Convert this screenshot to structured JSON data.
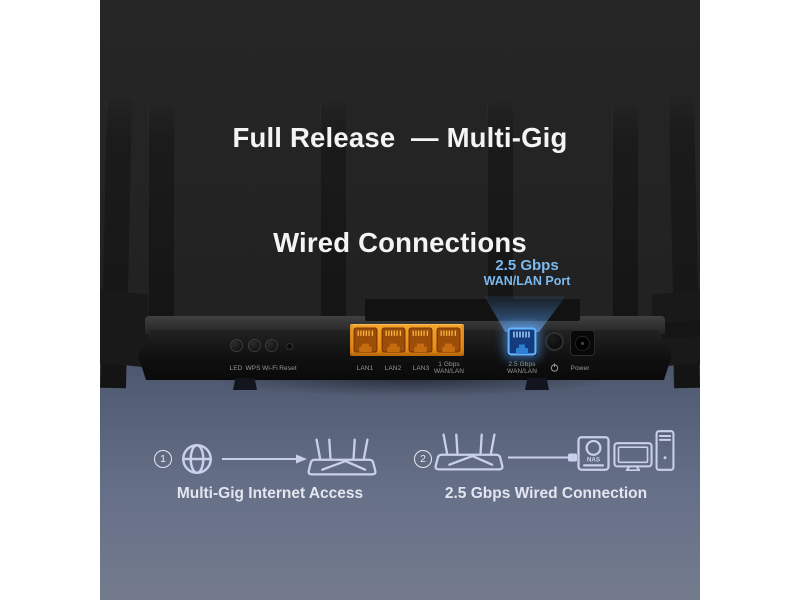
{
  "title": {
    "line1": "Full Release  — Multi-Gig",
    "line2": "Wired Connections"
  },
  "callout": {
    "line1": "2.5 Gbps",
    "line2": "WAN/LAN Port"
  },
  "back_panel": {
    "led_label": "LED",
    "wps_label": "WPS",
    "wifi_label": "Wi-Fi",
    "reset_label": "Reset",
    "lan1_label": "LAN1",
    "lan2_label": "LAN2",
    "lan3_label": "LAN3",
    "wan1g_label_line1": "1 Gbps",
    "wan1g_label_line2": "WAN/LAN",
    "wan25g_label_line1": "2.5 Gbps",
    "wan25g_label_line2": "WAN/LAN",
    "power_label": "Power"
  },
  "steps": [
    {
      "number": "1",
      "caption": "Multi-Gig Internet Access"
    },
    {
      "number": "2",
      "caption": "2.5 Gbps Wired Connection",
      "nas_label": "NAS"
    }
  ],
  "colors": {
    "page_background": "#ffffff",
    "panel_dark": "#232323",
    "floor_top": "#4d576d",
    "floor_bottom": "#747b8d",
    "title_text": "#f4f4f4",
    "callout_blue": "#7cb9ef",
    "port_orange": "#f0931d",
    "port_blue_glow": "#63b3ff",
    "icon_lavender": "#c9d0ec",
    "caption_text": "#e3e6ef",
    "panel_label_gray": "#989898"
  }
}
